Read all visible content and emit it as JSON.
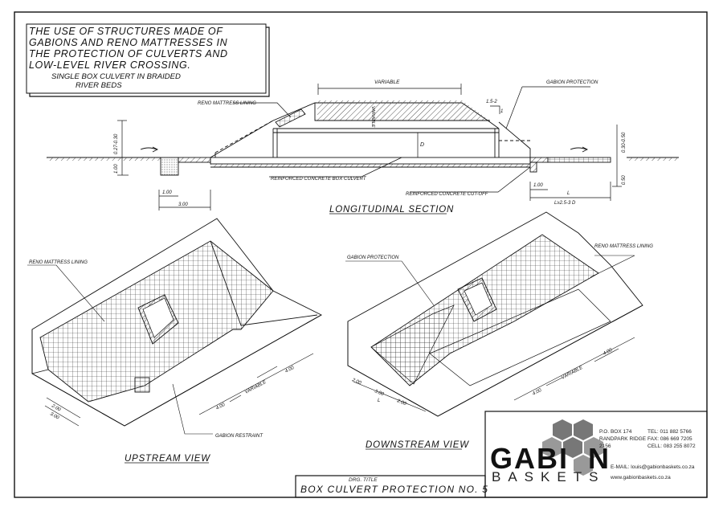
{
  "header": {
    "lines": [
      "THE USE OF STRUCTURES MADE OF",
      "GABIONS AND RENO MATTRESSES IN",
      "THE PROTECTION OF CULVERTS AND",
      "LOW-LEVEL RIVER CROSSING."
    ],
    "sub_lines": [
      "SINGLE BOX CULVERT IN BRAIDED",
      "RIVER BEDS"
    ]
  },
  "section": {
    "title": "LONGITUDINAL SECTION",
    "labels": {
      "variable": "VARIABLE",
      "variable_vertical": "VARIABLE",
      "reno_lining": "RENO MATTRESS LINING",
      "gabion_protection": "GABION PROTECTION",
      "box_culvert": "REINFORCED CONCRETE BOX CULVERT",
      "cut_off": "REINFORCED CONCRETE CUT-OFF",
      "slope": "1.5-2",
      "slope_one": "1",
      "depth": "D"
    },
    "dims": {
      "left_top": "0.27-0.30",
      "left_depth": "1.00",
      "left_width1": "1.00",
      "left_width2": "3.00",
      "right_top": "0.30-0.50",
      "right_depth": "0.50",
      "right_width1": "1.00",
      "right_width2": "L",
      "right_formula": "L≥2.5-3 D"
    }
  },
  "upstream": {
    "title": "UPSTREAM VIEW",
    "reno_label": "RENO MATTRESS LINING",
    "restraint_label": "GABION RESTRAINT",
    "dims": [
      "2.00",
      "3.00",
      "4.00",
      "VARIABLE",
      "4.00"
    ]
  },
  "downstream": {
    "title": "DOWNSTREAM VIEW",
    "gabion_label": "GABION PROTECTION",
    "reno_label": "RENO MATTRESS LINING",
    "dims": [
      "2.00",
      "3.00",
      "2.00",
      "L",
      "4.00",
      "VARIABLE",
      "4.00"
    ]
  },
  "company": {
    "logo": "GABI",
    "logo_end": "N",
    "sub": "BASKETS",
    "address": [
      "P.O. BOX 174",
      "RANDPARK RIDGE",
      "2156"
    ],
    "phones": [
      "TEL: 011 882 5766",
      "FAX: 086 669 7205",
      "CELL: 083 255 8072"
    ],
    "email": "E-MAIL: louis@gabionbaskets.co.za",
    "web": "www.gabionbaskets.co.za"
  },
  "drawing": {
    "label": "DRG. TITLE",
    "title": "BOX CULVERT PROTECTION NO. 5"
  },
  "colors": {
    "ink": "#111111",
    "hatch": "#555555",
    "background": "#ffffff"
  }
}
